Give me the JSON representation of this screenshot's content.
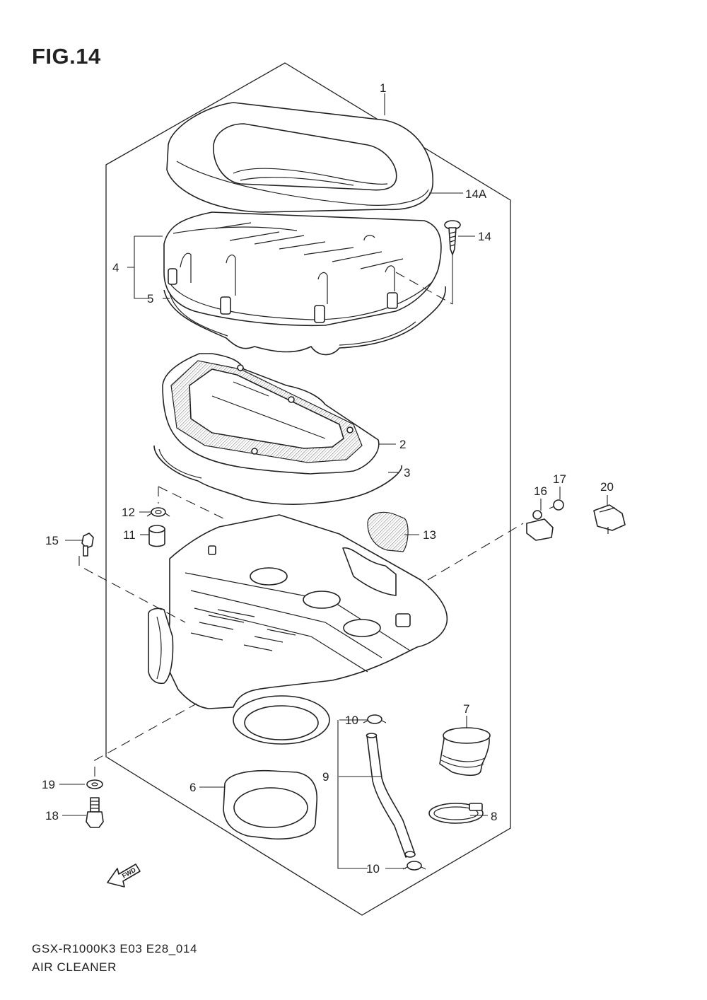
{
  "figure": {
    "title": "FIG.14",
    "model_code": "GSX-R1000K3 E03 E28_014",
    "section_name": "AIR CLEANER",
    "direction_badge": "FWD"
  },
  "callouts": [
    "1",
    "14A",
    "14",
    "4",
    "5",
    "2",
    "3",
    "12",
    "11",
    "13",
    "15",
    "16",
    "17",
    "20",
    "7",
    "10",
    "9",
    "19",
    "6",
    "18",
    "8",
    "10"
  ]
}
